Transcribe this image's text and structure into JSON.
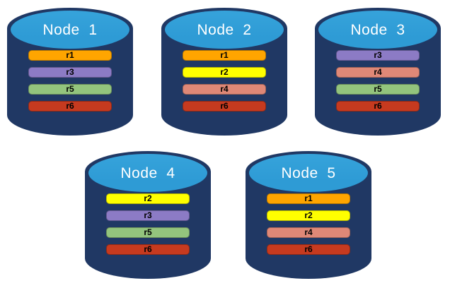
{
  "colors": {
    "background": "#FFFFFF",
    "cylinder_body": "#203864",
    "cylinder_cap": "#2E9BD5",
    "cylinder_cap_highlight": "#36A3DB",
    "cap_text": "#FFFFFF",
    "bar_text": "#000000"
  },
  "replica_colors": {
    "r1": "#FFA500",
    "r2": "#FFFF00",
    "r3": "#8C7BC5",
    "r4": "#DF8877",
    "r5": "#93C47D",
    "r6": "#C63A1F"
  },
  "nodes": [
    {
      "label": "Node  1",
      "replicas": [
        "r1",
        "r3",
        "r5",
        "r6"
      ]
    },
    {
      "label": "Node  2",
      "replicas": [
        "r1",
        "r2",
        "r4",
        "r6"
      ]
    },
    {
      "label": "Node  3",
      "replicas": [
        "r3",
        "r4",
        "r5",
        "r6"
      ]
    },
    {
      "label": "Node  4",
      "replicas": [
        "r2",
        "r3",
        "r5",
        "r6"
      ]
    },
    {
      "label": "Node  5",
      "replicas": [
        "r1",
        "r2",
        "r4",
        "r6"
      ]
    }
  ]
}
